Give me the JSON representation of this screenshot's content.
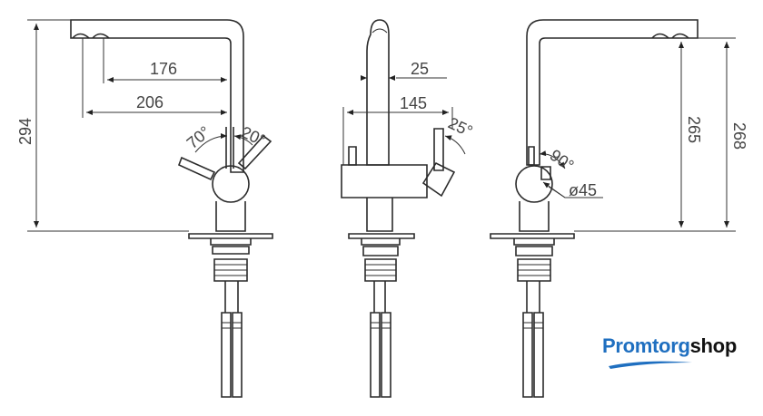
{
  "dimensions": {
    "left": {
      "height_total": "294",
      "reach_inner": "176",
      "reach_outer": "206",
      "angle_large": "70°",
      "angle_small": "20°"
    },
    "middle": {
      "spout_diameter": "25",
      "depth": "145",
      "angle": "25°"
    },
    "right": {
      "height_outer": "268",
      "height_inner": "265",
      "angle": "90°",
      "diameter": "ø45"
    }
  },
  "brand": {
    "part1": "Promtorg",
    "part2": "shop",
    "color_part1": "#1f6fc0",
    "color_part2": "#111111"
  }
}
